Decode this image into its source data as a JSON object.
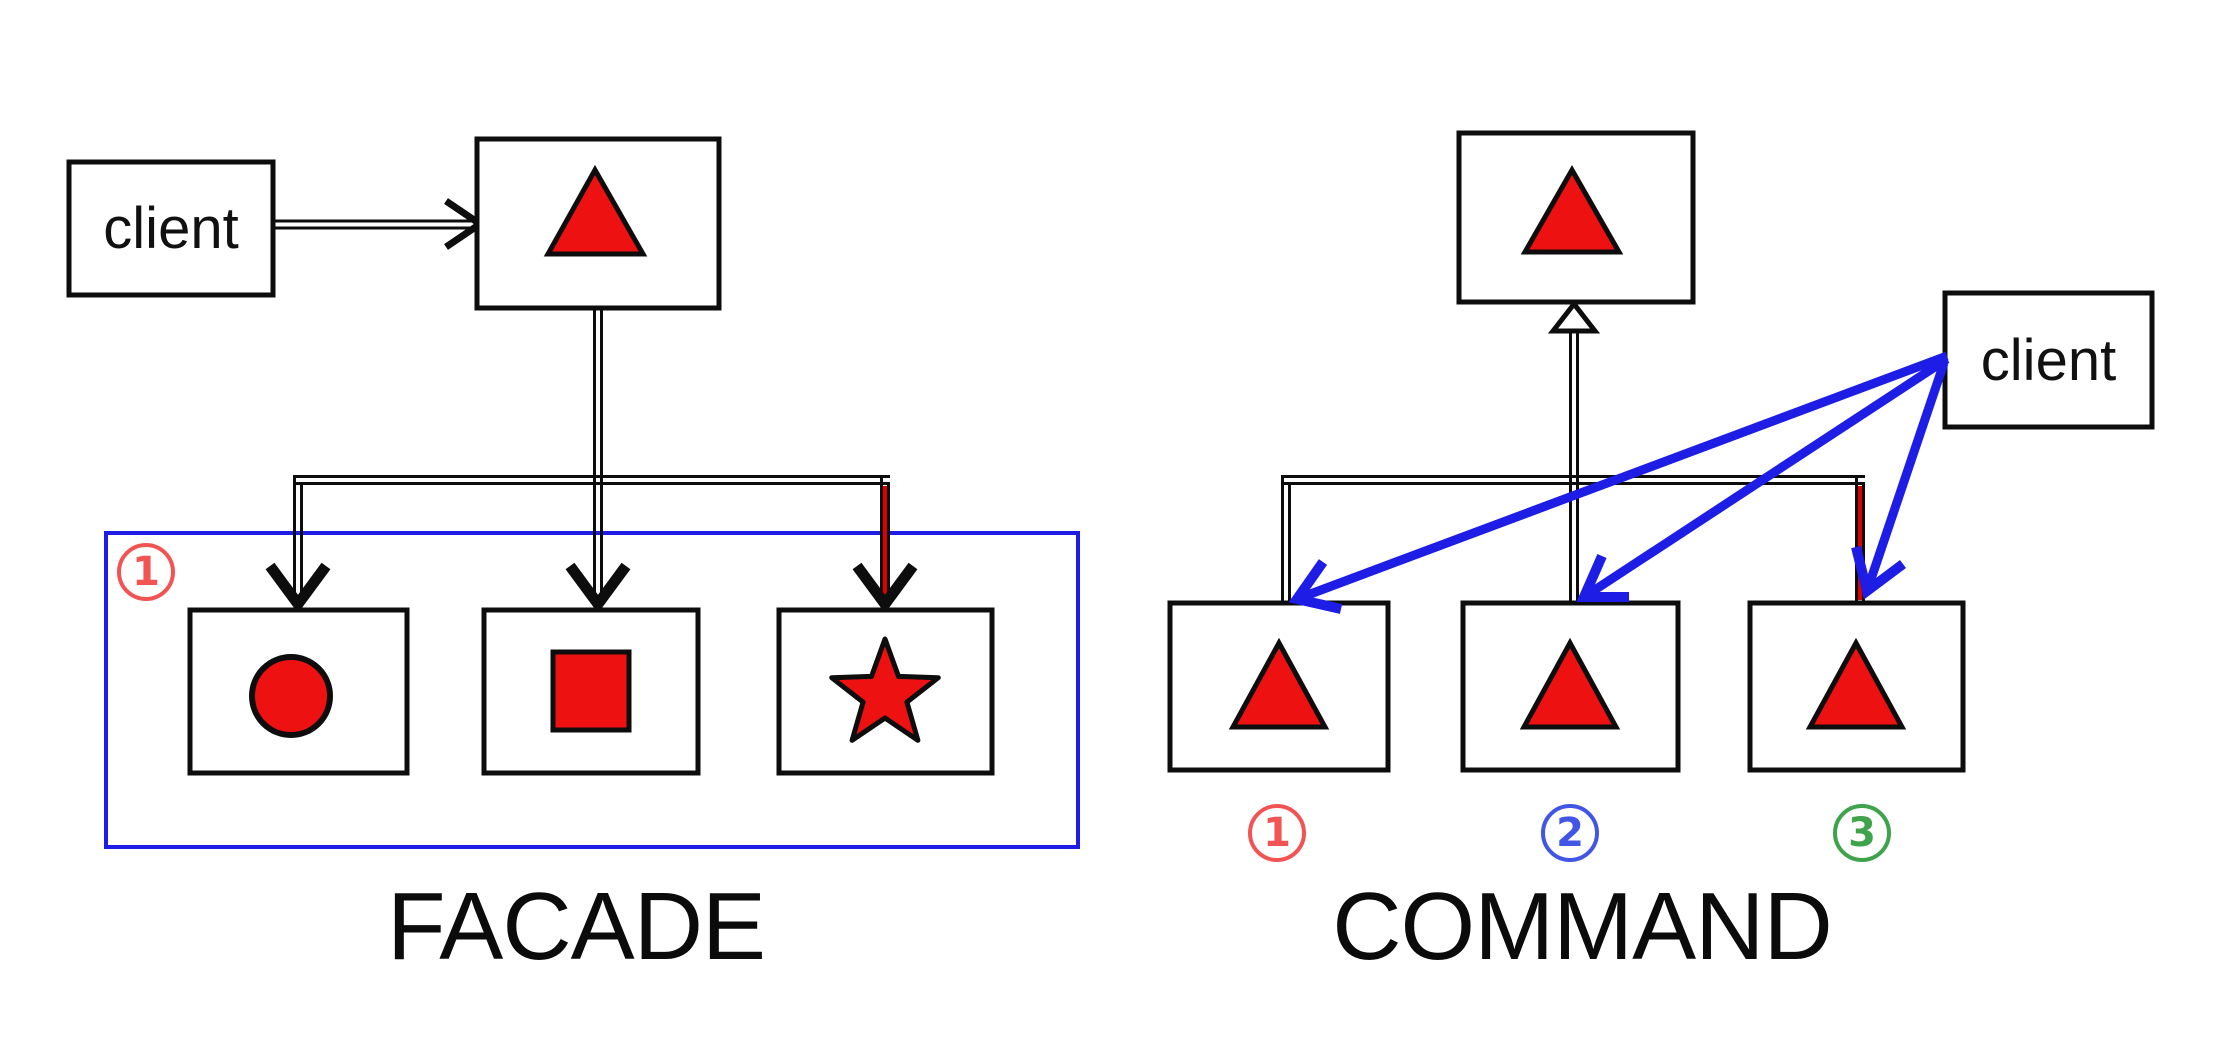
{
  "palette": {
    "shape_red": "#ee1111",
    "line_black": "#0d0d0d",
    "arrow_blue": "#1d1de6",
    "group_box_blue": "#1d1de6",
    "connector_red_accent": "#dd0000",
    "badge_red": "#f25454",
    "badge_blue": "#4156e4",
    "badge_green": "#3ea34b",
    "title_black": "#0b0b0b"
  },
  "facade": {
    "title": "FACADE",
    "client_label": "client",
    "group_badge": "1",
    "icons": {
      "facade_class": "triangle-icon",
      "subsystem_a": "circle-icon",
      "subsystem_b": "square-icon",
      "subsystem_c": "star-icon"
    }
  },
  "command": {
    "title": "COMMAND",
    "client_label": "client",
    "badges": [
      "1",
      "2",
      "3"
    ],
    "icons": {
      "receiver": "triangle-icon",
      "command_1": "triangle-icon",
      "command_2": "triangle-icon",
      "command_3": "triangle-icon"
    }
  }
}
